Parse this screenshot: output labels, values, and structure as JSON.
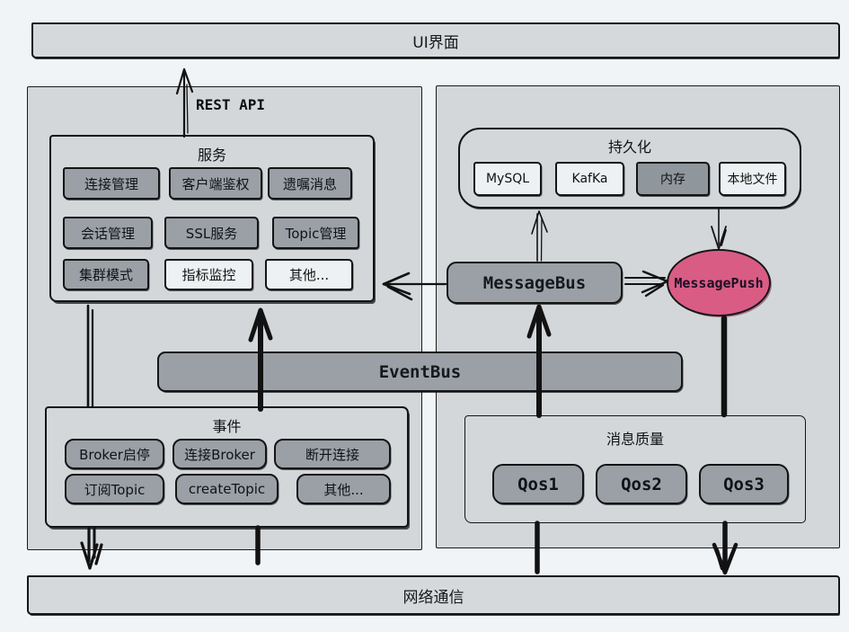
{
  "colors": {
    "background": "#f1f4f7",
    "panel": "#d3d7da",
    "bar": "#d5d9dc",
    "node_gray": "#9aa0a6",
    "node_light": "#eef1f3",
    "accent_pink": "#d95c84",
    "ink": "#151515"
  },
  "top_bar": {
    "label": "UI界面"
  },
  "bottom_bar": {
    "label": "网络通信"
  },
  "left_panel": {
    "rest_api_label": "REST API",
    "services": {
      "title": "服务",
      "items": [
        {
          "label": "连接管理"
        },
        {
          "label": "客户端鉴权"
        },
        {
          "label": "遗嘱消息"
        },
        {
          "label": "会话管理"
        },
        {
          "label": "SSL服务"
        },
        {
          "label": "Topic管理"
        },
        {
          "label": "集群模式"
        },
        {
          "label": "指标监控"
        },
        {
          "label": "其他..."
        }
      ]
    },
    "events": {
      "title": "事件",
      "items": [
        {
          "label": "Broker启停"
        },
        {
          "label": "连接Broker"
        },
        {
          "label": "断开连接"
        },
        {
          "label": "订阅Topic"
        },
        {
          "label": "createTopic"
        },
        {
          "label": "其他..."
        }
      ]
    }
  },
  "event_bus": {
    "label": "EventBus"
  },
  "right_panel": {
    "persistence": {
      "title": "持久化",
      "items": [
        {
          "label": "MySQL"
        },
        {
          "label": "KafKa"
        },
        {
          "label": "内存"
        },
        {
          "label": "本地文件"
        }
      ]
    },
    "message_bus": {
      "label": "MessageBus"
    },
    "message_push": {
      "label": "MessagePush"
    },
    "qos": {
      "title": "消息质量",
      "items": [
        {
          "label": "Qos1"
        },
        {
          "label": "Qos2"
        },
        {
          "label": "Qos3"
        }
      ]
    }
  }
}
